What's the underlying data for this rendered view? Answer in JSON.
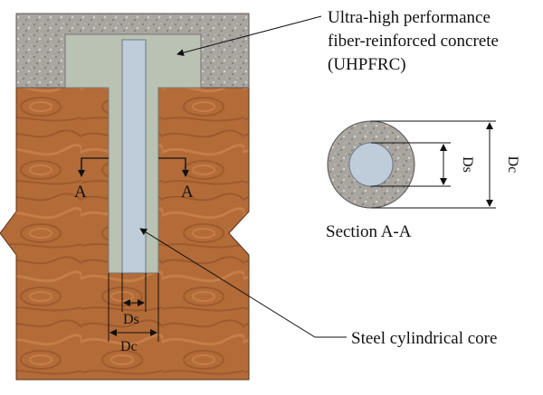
{
  "labels": {
    "uhpfrc_line1": "Ultra-high performance",
    "uhpfrc_line2": "fiber-reinforced concrete",
    "uhpfrc_line3": "(UHPFRC)",
    "steel_core": "Steel cylindrical core",
    "section_title": "Section A-A",
    "section_mark_left": "A",
    "section_mark_right": "A",
    "ds_main": "Ds",
    "dc_main": "Dc",
    "ds_section": "Ds",
    "dc_section": "Dc"
  },
  "colors": {
    "wood": "#b36b38",
    "wood_dark": "#8a4a22",
    "concrete": "#a9a59f",
    "uhpfrc_fill": "#b9c2b3",
    "steel": "#bfccd9",
    "outline": "#333333"
  }
}
